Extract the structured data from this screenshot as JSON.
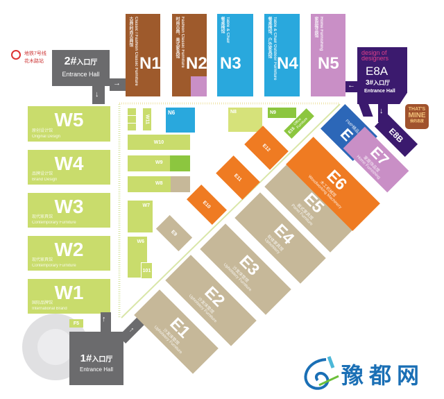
{
  "subway": {
    "line": "地铁7号线",
    "station": "花木路站"
  },
  "entrances": {
    "e2": {
      "num": "2#",
      "cn": "入口厅",
      "en": "Entrance Hall"
    },
    "e1": {
      "num": "1#",
      "cn": "入口厅",
      "en": "Entrance Hall"
    },
    "e3": {
      "num": "3#",
      "cn": "入口厅",
      "en": "Entrance Hall"
    }
  },
  "north": [
    {
      "id": "N1",
      "cn": "古典/时尚古典馆",
      "en": "Classic / Fashion Classic Furniture"
    },
    {
      "id": "N2",
      "cn": "时尚古典、美式家具馆",
      "en": "Fashion Classic Furniture"
    },
    {
      "id": "N3",
      "cn": "餐桌椅馆",
      "en": "Table & Chair"
    },
    {
      "id": "N4",
      "cn": "餐桌椅馆、户外家具馆",
      "en": "Table & Chair Outdoor Furniture"
    },
    {
      "id": "N5",
      "cn": "家居饰品馆",
      "en": "Home Furnishing"
    }
  ],
  "west": [
    {
      "id": "W5",
      "cn": "原创设计馆",
      "en": "Original Design"
    },
    {
      "id": "W4",
      "cn": "品牌设计馆",
      "en": "Brand Design"
    },
    {
      "id": "W3",
      "cn": "现代家具馆",
      "en": "Contemporary Furniture"
    },
    {
      "id": "W2",
      "cn": "现代家具馆",
      "en": "Contemporary Furniture"
    },
    {
      "id": "W1",
      "cn": "国际品牌馆",
      "en": "International Brand"
    }
  ],
  "inner": {
    "n6": "N6",
    "n8": "N8",
    "n9": "N9",
    "w10": "W10",
    "w9": "W9",
    "w8": "W8",
    "w7": "W7",
    "w6": "W6",
    "w11": "W11",
    "r101": "101",
    "f5": "F5"
  },
  "east": [
    {
      "id": "E1",
      "cn": "沙发床垫馆",
      "en": "Upholstery Furniture"
    },
    {
      "id": "E2",
      "cn": "沙发床垫馆",
      "en": "Upholstery Furniture"
    },
    {
      "id": "E3",
      "cn": "沙发床垫馆",
      "en": "Upholstery Furniture"
    },
    {
      "id": "E4",
      "cn": "软体家具馆",
      "en": "Upholstery"
    },
    {
      "id": "E5",
      "cn": "板式家具馆",
      "en": "Panel Furniture"
    },
    {
      "id": "E6",
      "cn": "木工机械馆",
      "en": "Woodworking Machinery"
    },
    {
      "id": "E7",
      "cn": "家居饰品馆",
      "en": "Home Furnishing"
    }
  ],
  "east_small": {
    "e9": "E9",
    "e10": "E10",
    "e11": "E11",
    "e12": "E12",
    "e15": "E15",
    "e15_sub": "Office Furniture"
  },
  "fmp": {
    "id": "E",
    "cn": "FMP精品展"
  },
  "e8a": {
    "id": "E8A",
    "logo": "design of designers"
  },
  "e8b": {
    "id": "E8B"
  },
  "thats_mine": {
    "line1": "THAT'S",
    "line2": "MINE",
    "line3": "我的态度"
  },
  "watermark": {
    "text": "豫都网"
  },
  "colors": {
    "brown": "#9e5a2c",
    "blue": "#29a8dd",
    "pink": "#c98fc6",
    "lime": "#c9dc6c",
    "tan": "#c6b899",
    "orange": "#ef7b22",
    "purple": "#3b1a6e",
    "gray": "#6b6b6d"
  }
}
